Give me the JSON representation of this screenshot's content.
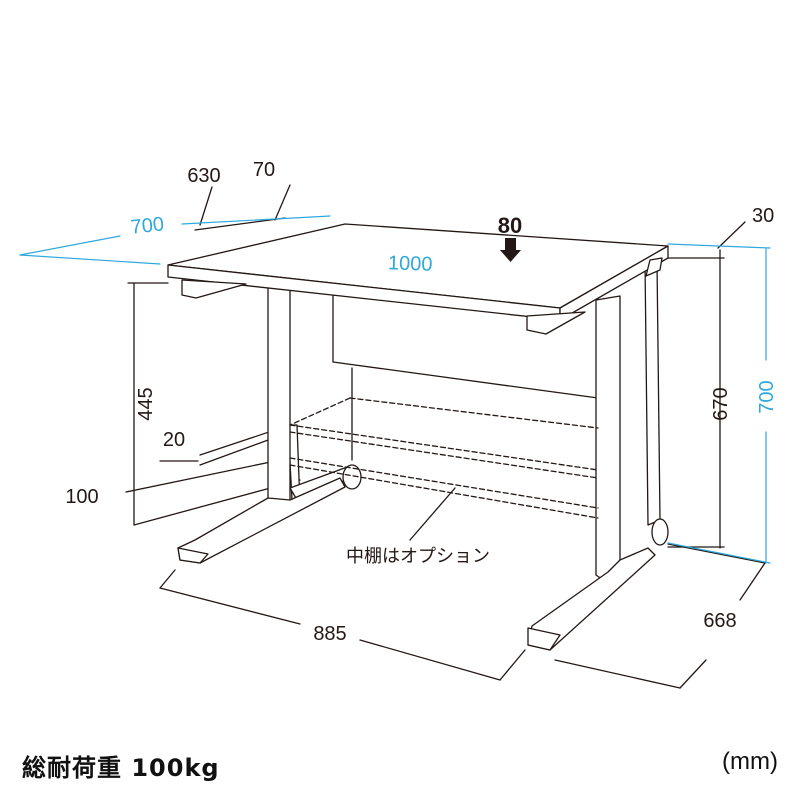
{
  "dimensions": {
    "depth_top": "700",
    "depth_leg": "630",
    "overhang": "70",
    "width": "1000",
    "height_total": "700",
    "height_leg": "670",
    "top_thickness": "30",
    "shelf_height": "445",
    "shelf_gap": "20",
    "floor_clearance": "100",
    "foot_width": "885",
    "foot_depth": "668",
    "point_load": "80"
  },
  "labels": {
    "shelf_option": "中棚はオプション",
    "load_capacity": "総耐荷重  100kg",
    "unit": "(mm)"
  },
  "colors": {
    "line": "#231815",
    "accent": "#2fa8dc",
    "desk_fill": "#ffffff"
  },
  "icons": {
    "load_arrow": "down-arrow-icon"
  }
}
